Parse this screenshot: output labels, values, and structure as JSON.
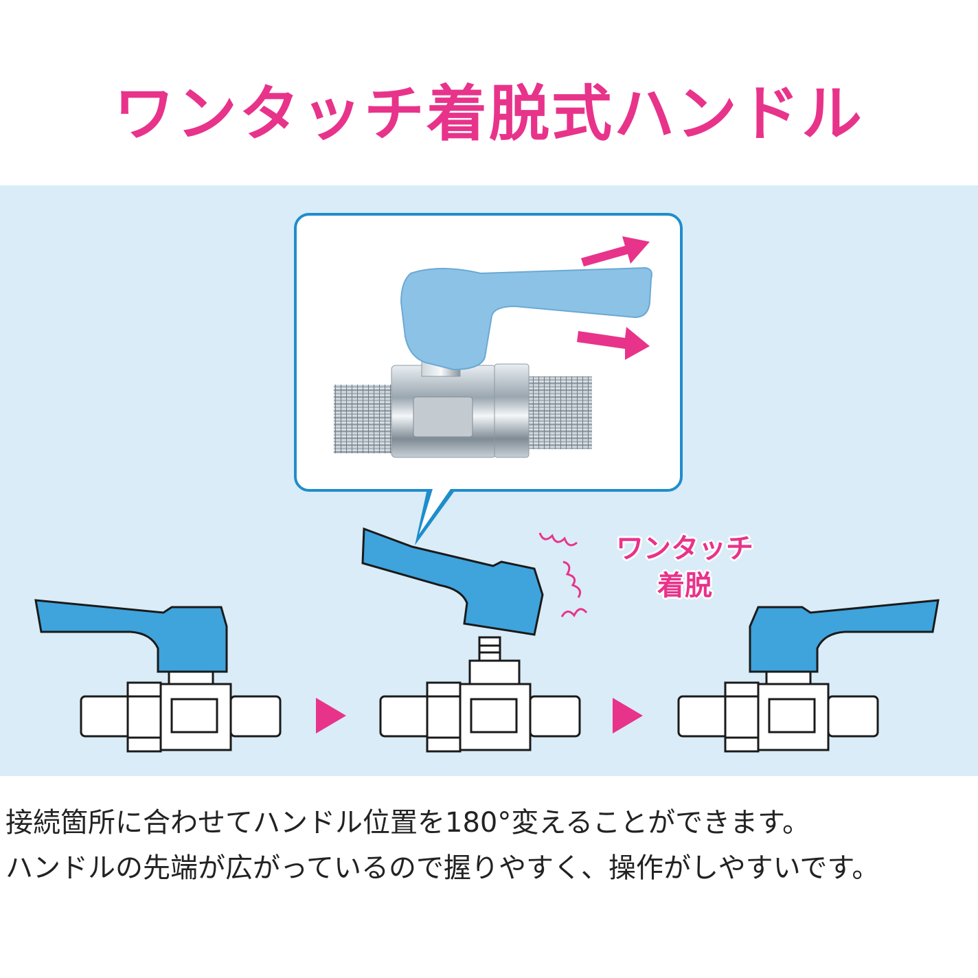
{
  "title": "ワンタッチ着脱式ハンドル",
  "badge": {
    "line1": "ワンタッチ",
    "line2": "着脱"
  },
  "description": {
    "line1": "接続箇所に合わせてハンドル位置を180°変えることができます。",
    "line2": "ハンドルの先端が広がっているので握りやすく、操作がしやすいです。"
  },
  "colors": {
    "accent": "#e8338b",
    "panel_background": "#d9ecf7",
    "handle_blue": "#3fa3dc",
    "callout_border": "#1f8dcc"
  }
}
